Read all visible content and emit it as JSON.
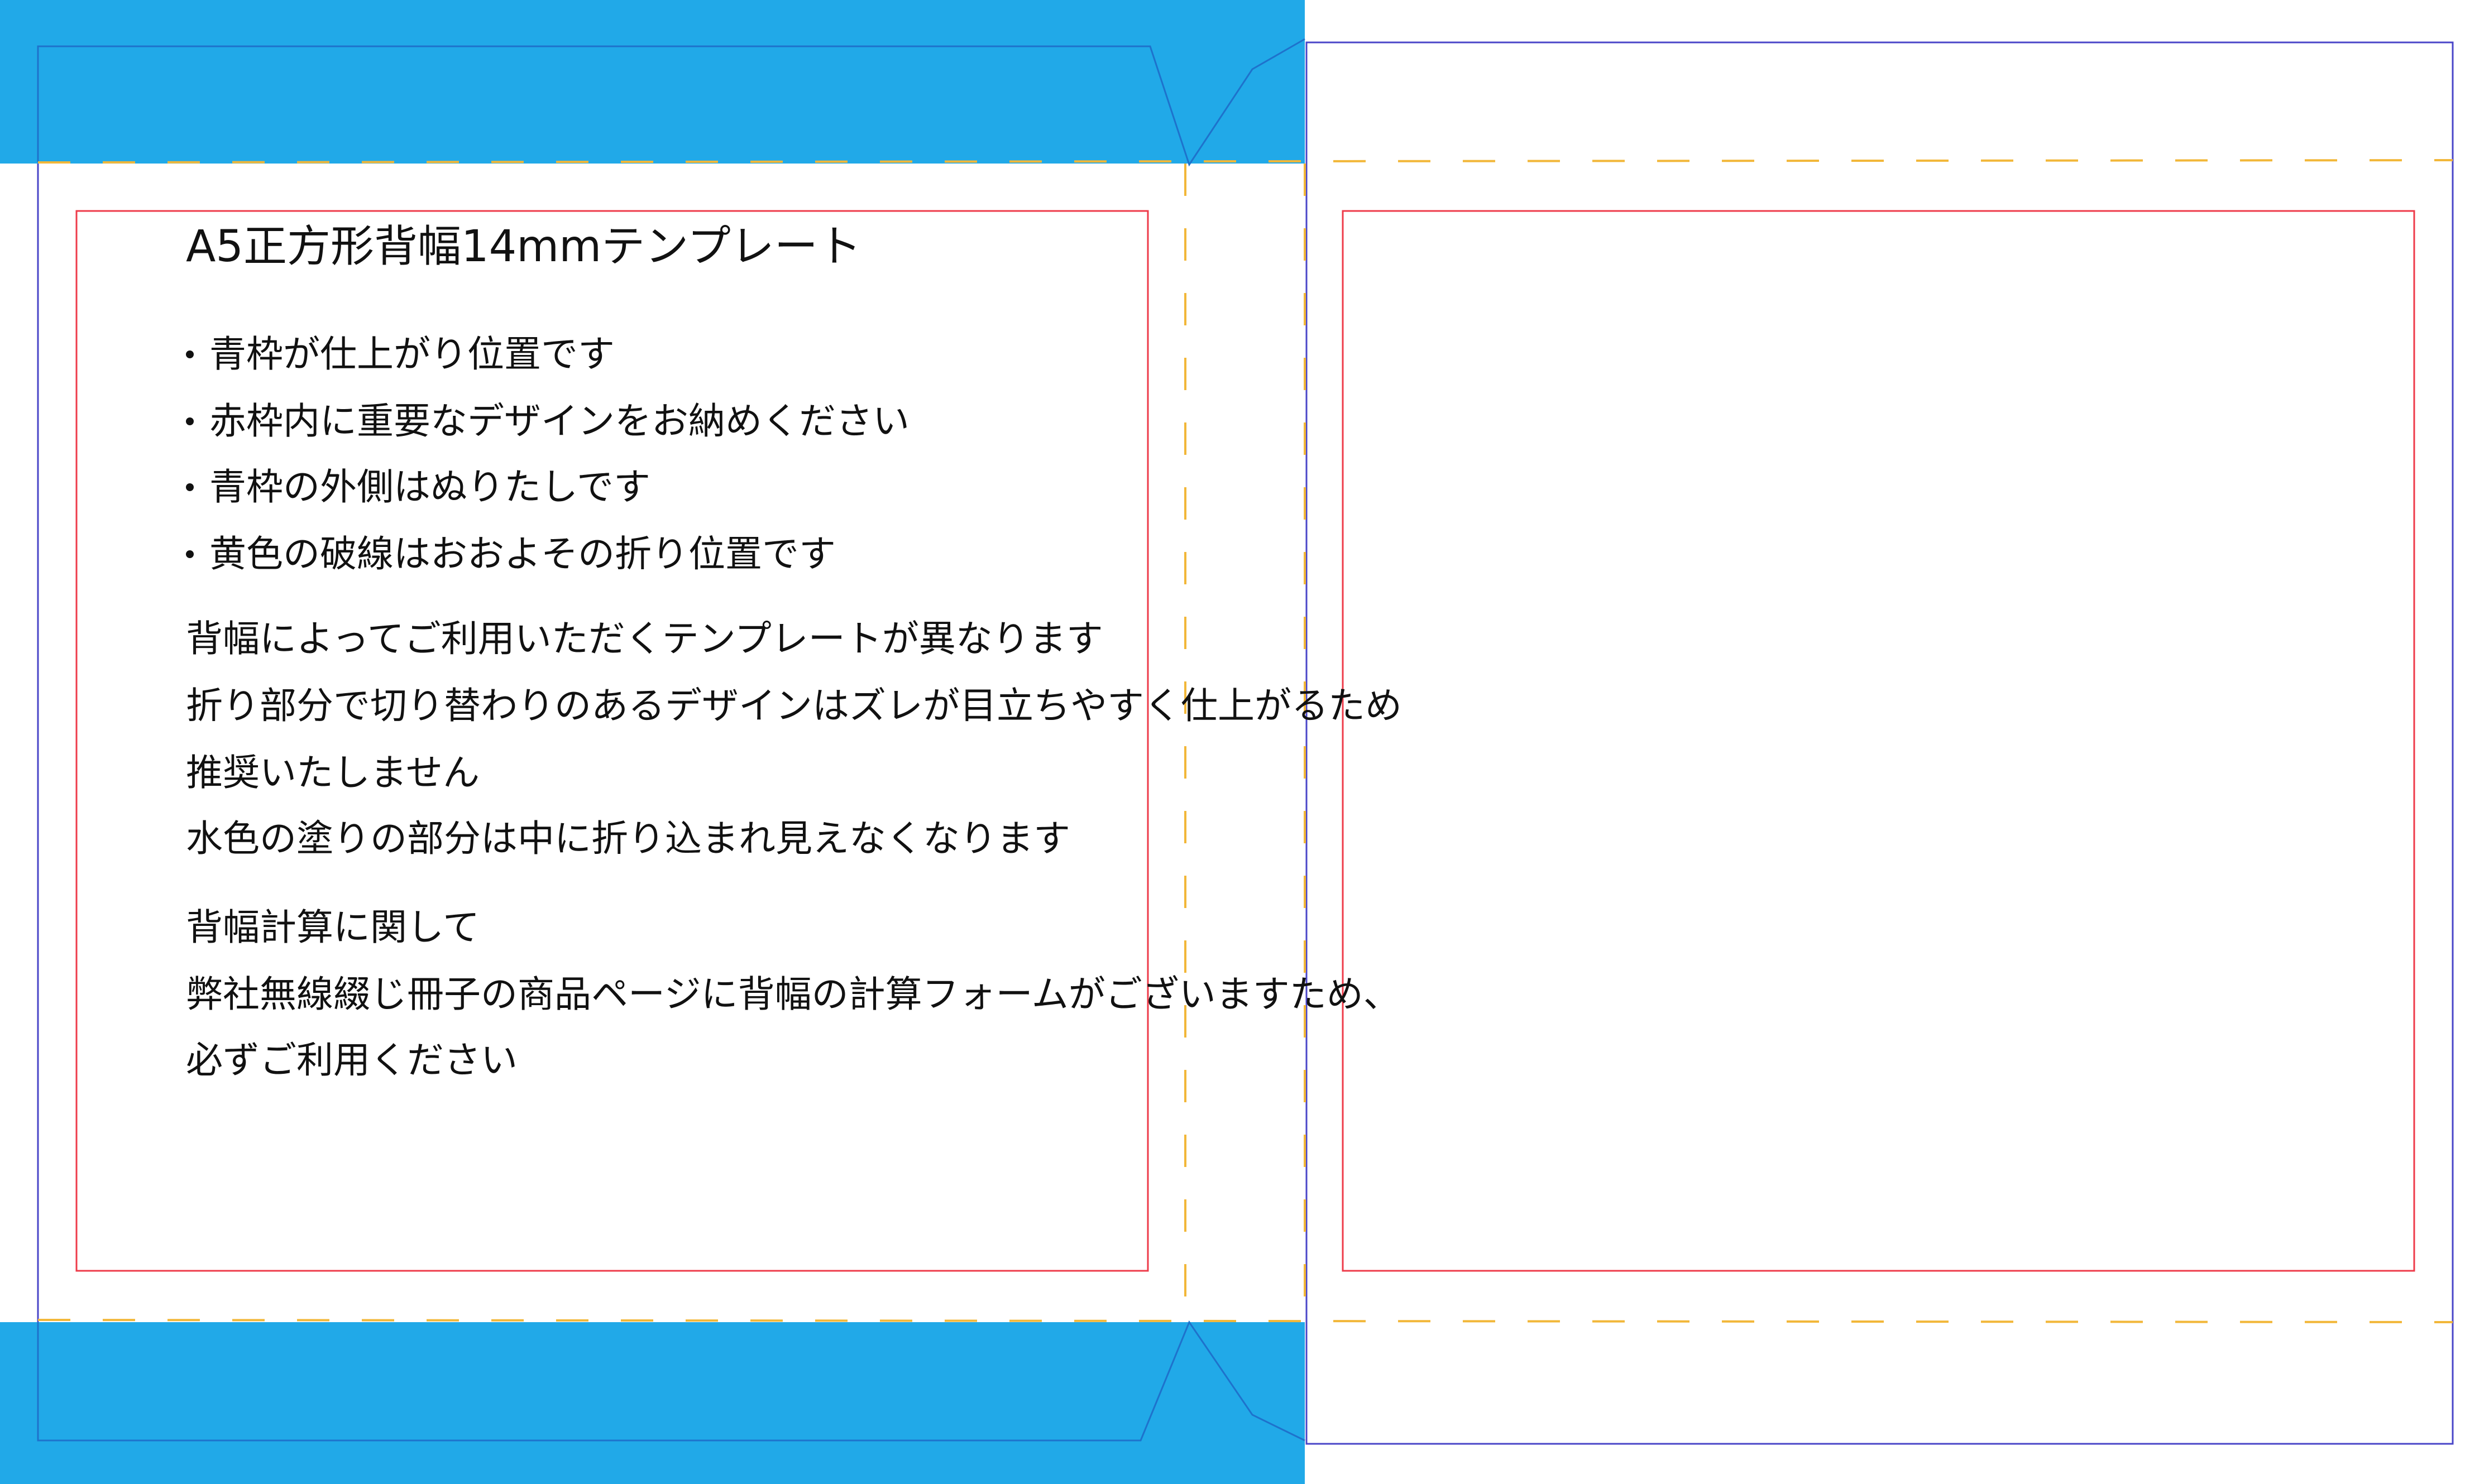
{
  "colors": {
    "bleed_fill": "#21a9e8",
    "trim_line": "#4a46c8",
    "safe_line": "#ee3b4a",
    "fold_dash": "#f2b739",
    "text": "#111111"
  },
  "title": "A5正方形背幅14mmテンプレート",
  "bullets": [
    "青枠が仕上がり位置です",
    "赤枠内に重要なデザインをお納めください",
    "青枠の外側はぬりたしです",
    "黄色の破線はおおよその折り位置です"
  ],
  "notes": [
    "背幅によってご利用いただくテンプレートが異なります",
    "折り部分で切り替わりのあるデザインはズレが目立ちやすく仕上がるため",
    "推奨いたしません",
    "水色の塗りの部分は中に折り込まれ見えなくなります"
  ],
  "spine": {
    "heading": "背幅計算に関して",
    "lines": [
      "弊社無線綴じ冊子の商品ページに背幅の計算フォームがございますため、",
      "必ずご利用ください"
    ]
  }
}
